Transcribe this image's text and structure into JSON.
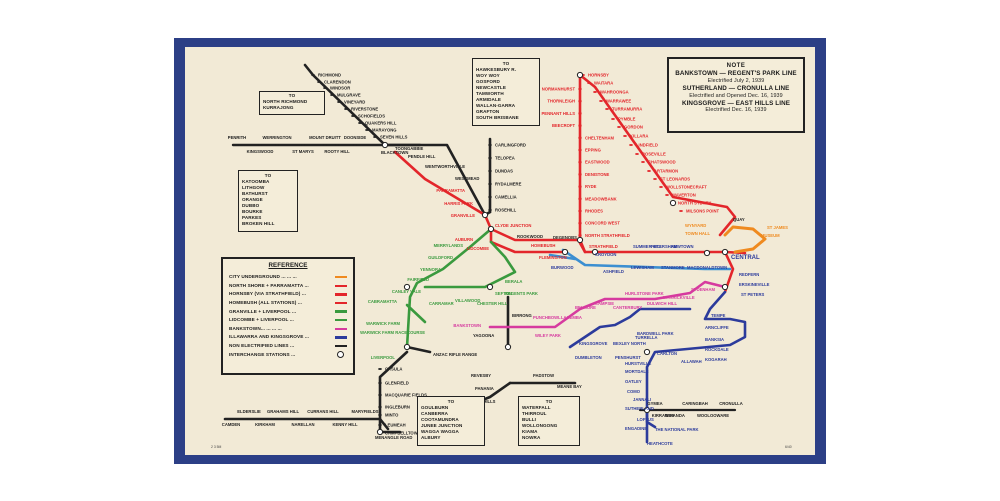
{
  "note": {
    "heading": "NOTE",
    "line1": "BANKSTOWN — REGENT'S PARK LINE",
    "line2": "Electrified July 2, 1939",
    "line3": "SUTHERLAND — CRONULLA LINE",
    "line4": "Electrified and Opened Dec. 16, 1939",
    "line5": "KINGSGROVE — EAST HILLS LINE",
    "line6": "Electrified Dec. 16, 1939"
  },
  "reference": {
    "title": "REFERENCE",
    "items": [
      {
        "label": "CITY UNDERGROUND ... ... ...",
        "color": "#ef8a1f"
      },
      {
        "label": "NORTH SHORE + PARRAMATTA ...",
        "color": "#e3262b"
      },
      {
        "label": "HORNSBY (VIA STRATHFIELD) ...",
        "color": "#e3262b"
      },
      {
        "label": "HOMEBUSH (ALL STATIONS) ...",
        "color": "#e3262b"
      },
      {
        "label": "GRANVILLE + LIVERPOOL ...",
        "color": "#3a9a3e"
      },
      {
        "label": "LIDCOMBE + LIVERPOOL ...",
        "color": "#3a9a3e"
      },
      {
        "label": "BANKSTOWN... ... ... ...",
        "color": "#d63a9f"
      },
      {
        "label": "ILLAWARRA AND KINGSGROVE ...",
        "color": "#2c3b9c"
      },
      {
        "label": "NON ELECTRIFIED LINES ...",
        "color": "#222222"
      },
      {
        "label": "INTERCHANGE STATIONS ...",
        "color": "#222222"
      }
    ]
  },
  "boxes": {
    "hawkesbury": [
      "TO",
      "HAWKESBURY R.",
      "WOY WOY",
      "GOSFORD",
      "NEWCASTLE",
      "TAMWORTH",
      "ARMIDALE",
      "WALLAN-GARRA",
      "GRAFTON",
      "SOUTH BRISBANE"
    ],
    "richmond": [
      "TO",
      "NORTH RICHMOND",
      "KURRAJONG"
    ],
    "western": [
      "TO",
      "KATOOMBA",
      "LITHGOW",
      "BATHURST",
      "ORANGE",
      "DUBBO",
      "BOURKE",
      "PARKES",
      "BROKEN HILL"
    ],
    "southern": [
      "TO",
      "GOULBURN",
      "CANBERRA",
      "COOTAMUNDRA",
      "JUNEE JUNCTION",
      "WAGGA WAGGA",
      "ALBURY"
    ],
    "illawarra": [
      "TO",
      "WATERFALL",
      "THIRROUL",
      "BULLI",
      "WOLLONGONG",
      "KIAMA",
      "NOWRA"
    ]
  },
  "stations": {
    "black": [
      "RICHMOND",
      "CLARENDON",
      "WINDSOR",
      "MULGRAVE",
      "VINEYARD",
      "RIVERSTONE",
      "SCHOFIELDS",
      "QUAKERS HILL",
      "MARAYONG",
      "SEVEN HILLS",
      "BLACKTOWN",
      "DOONSIDE",
      "ROOTY HILL",
      "MOUNT DRUITT",
      "ST MARYS",
      "WERRINGTON",
      "KINGSWOOD",
      "PENRITH",
      "CARLINGFORD",
      "TELOPEA",
      "DUNDAS",
      "RYDALMERE",
      "CAMELLIA",
      "ROSEHILL",
      "REVESBY",
      "PANANIA",
      "EAST HILLS",
      "PADSTOW",
      "MEANE BAY",
      "YAGOONA",
      "BIRRONG",
      "ANZAC RIFLE RANGE",
      "CASULA",
      "GLENFIELD",
      "MACQUARIE FIELDS",
      "INGLEBURN",
      "MINTO",
      "LEUMEAH",
      "CAMPBELLTOWN",
      "MENANGLE ROAD",
      "CAMDEN",
      "ELDERSLIE",
      "KIRKHAM",
      "GRAHAMS HILL",
      "NARELLAN",
      "CURRANS HILL",
      "KENNY HILL",
      "MARYFIELDS",
      "GYMEA",
      "MIRANDA",
      "CARINGBAH",
      "WOOLOOWARE",
      "CRONULLA",
      "KIRRAWEE"
    ],
    "red": [
      "HORNSBY",
      "WAITARA",
      "WAHROONGA",
      "WARRAWEE",
      "TURRAMURRA",
      "PYMBLE",
      "GORDON",
      "KILLARA",
      "LINDFIELD",
      "ROSEVILLE",
      "CHATSWOOD",
      "ARTARMON",
      "ST LEONARDS",
      "WOLLSTONECRAFT",
      "WAVERTON",
      "NORTH SYDNEY",
      "MILSONS POINT",
      "NORMANHURST",
      "THORNLEIGH",
      "PENNANT HILLS",
      "BEECROFT",
      "CHELTENHAM",
      "EPPING",
      "EASTWOOD",
      "DENISTONE",
      "RYDE",
      "MEADOWBANK",
      "RHODES",
      "CONCORD WEST",
      "NORTH STRATHFIELD",
      "STRATHFIELD",
      "HOMEBUSH",
      "FLEMINGTON",
      "LIDCOMBE",
      "AUBURN",
      "CLYDE JUNCTION",
      "GRANVILLE",
      "HARRIS PARK",
      "PARRAMATTA",
      "WESTMEAD",
      "WENTWORTHVILLE",
      "PENDLE HILL",
      "TOONGABBIE",
      "CROYDON",
      "BURWOOD",
      "SUMMER HILL",
      "PETERSHAM",
      "NEWTOWN",
      "REDFERN",
      "LEWISHAM",
      "STANMORE",
      "MACDONALDTOWN",
      "ERSKINEVILLE",
      "ST PETERS"
    ],
    "orange": [
      "WYNYARD",
      "TOWN HALL",
      "ST JAMES",
      "MUSEUM",
      "QUAY"
    ],
    "green": [
      "MERRYLANDS",
      "GUILDFORD",
      "YENNORA",
      "FAIRFIELD",
      "CANLEY VALE",
      "CABRAMATTA",
      "WARWICK FARM",
      "WARWICK FARM RACECOURSE",
      "LIVERPOOL",
      "CARRAMAR",
      "VILLAWOOD",
      "CHESTER HILL",
      "SEFTON",
      "BERALA",
      "REGENTS PARK"
    ],
    "pink": [
      "BANKSTOWN",
      "PUNCHBOWL",
      "WILEY PARK",
      "LAKEMBA",
      "BELMORE",
      "CAMPSIE",
      "CANTERBURY",
      "HURLSTONE PARK",
      "DULWICH HILL",
      "MARRICKVILLE",
      "SYDENHAM"
    ],
    "blue": [
      "TEMPE",
      "ARNCLIFFE",
      "BANKSIA",
      "ROCKDALE",
      "KOGARAH",
      "CARLTON",
      "ALLAWAH",
      "HURSTVILLE",
      "PENSHURST",
      "MORTDALE",
      "OATLEY",
      "COMO",
      "JANNALI",
      "SUTHERLAND",
      "LOFTUS",
      "ENGADINE",
      "HEATHCOTE",
      "TURRELLA",
      "BARDWELL PARK",
      "BEXLEY NORTH",
      "KINGSGROVE",
      "DUMBLETON",
      "THE NATIONAL PARK"
    ],
    "central": "CENTRAL",
    "denistone_east": "DEGENOBS",
    "rookwood": "ROOKWOOD",
    "ashfield": "ASHFIELD"
  },
  "footer": {
    "left": "2 3 5M",
    "right": "6/40"
  },
  "colors": {
    "frame": "#2c3f86",
    "paper": "#f2ead6",
    "red": "#e3262b",
    "orange": "#ef8a1f",
    "green": "#3a9a3e",
    "pink": "#d63a9f",
    "blue": "#2c3b9c",
    "lightblue": "#3c8fd1",
    "black": "#222222"
  }
}
